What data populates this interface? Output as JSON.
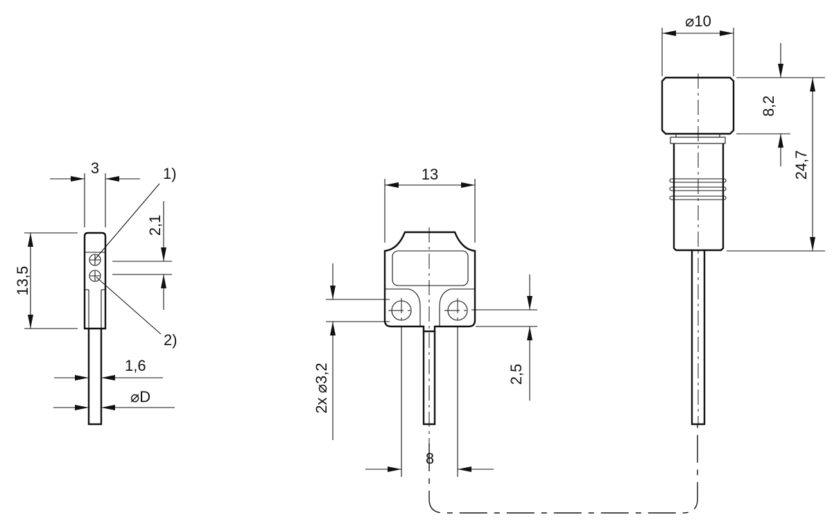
{
  "left_view": {
    "width": "3",
    "height": "13,5",
    "led_spacing": "2,1",
    "cable_width": "1,6",
    "cable_diameter": "⌀D",
    "callout_1": "1)",
    "callout_2": "2)"
  },
  "middle_view": {
    "width": "13",
    "hole_spacing": "8",
    "holes": "2x ⌀3,2",
    "hole_offset": "2,5"
  },
  "right_view": {
    "diameter": "⌀10",
    "nut_length": "8,2",
    "total_length": "24,7"
  }
}
